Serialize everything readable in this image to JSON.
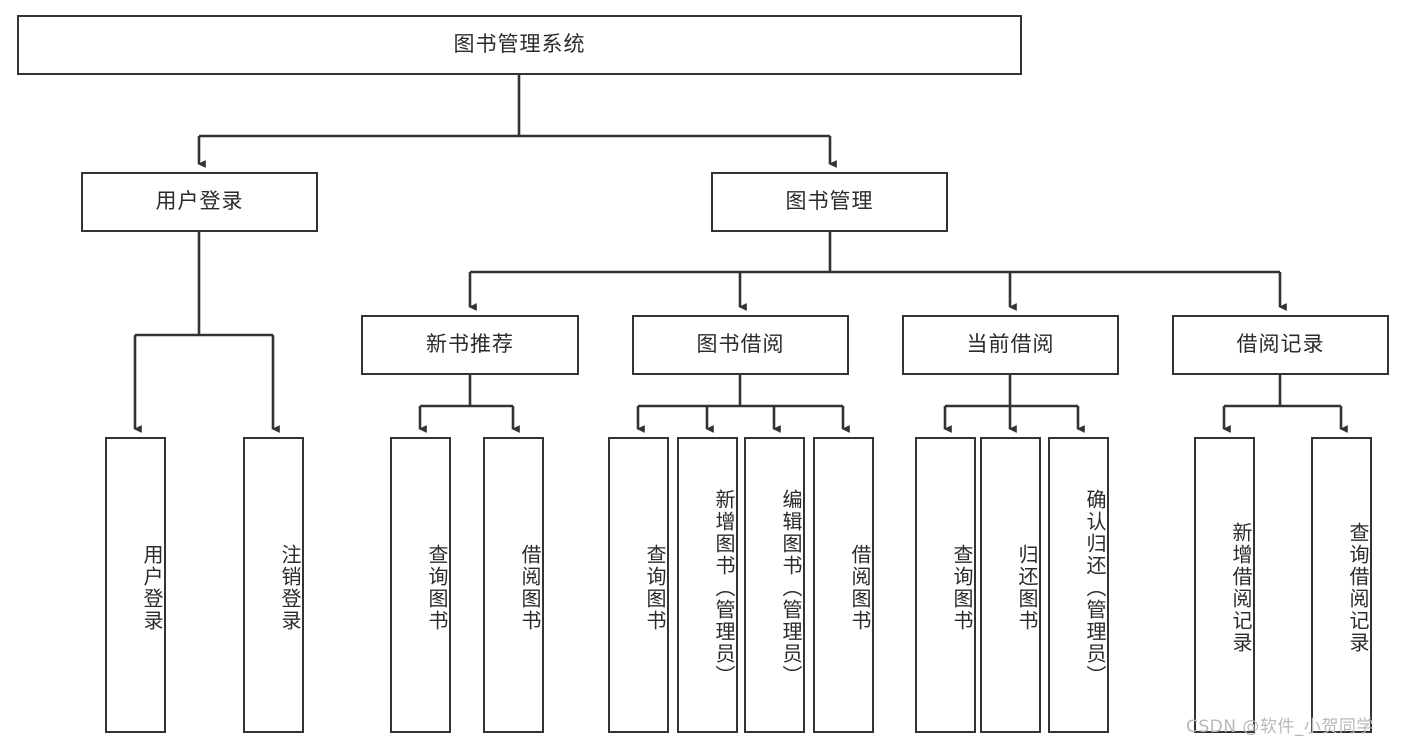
{
  "diagram": {
    "title": "图书管理系统",
    "type": "hierarchy-tree",
    "root": {
      "label": "图书管理系统"
    },
    "level2": [
      {
        "label": "用户登录"
      },
      {
        "label": "图书管理"
      }
    ],
    "level3": [
      {
        "label": "新书推荐"
      },
      {
        "label": "图书借阅"
      },
      {
        "label": "当前借阅"
      },
      {
        "label": "借阅记录"
      }
    ],
    "leaves": {
      "user_login": [
        {
          "label": "用户登录"
        },
        {
          "label": "注销登录"
        }
      ],
      "new_book_recommend": [
        {
          "label": "查询图书"
        },
        {
          "label": "借阅图书"
        }
      ],
      "book_borrow": [
        {
          "label": "查询图书"
        },
        {
          "label": "新增图书（管理员）"
        },
        {
          "label": "编辑图书（管理员）"
        },
        {
          "label": "借阅图书"
        }
      ],
      "current_borrow": [
        {
          "label": "查询图书"
        },
        {
          "label": "归还图书"
        },
        {
          "label": "确认归还（管理员）"
        }
      ],
      "borrow_record": [
        {
          "label": "新增借阅记录"
        },
        {
          "label": "查询借阅记录"
        }
      ]
    }
  },
  "watermark": {
    "text": "CSDN @软件_小贺同学"
  },
  "colors": {
    "box_border": "#333333",
    "box_fill": "#ffffff",
    "text": "#2b2b2b",
    "connector": "#333333",
    "watermark": "#b9b9b9"
  }
}
